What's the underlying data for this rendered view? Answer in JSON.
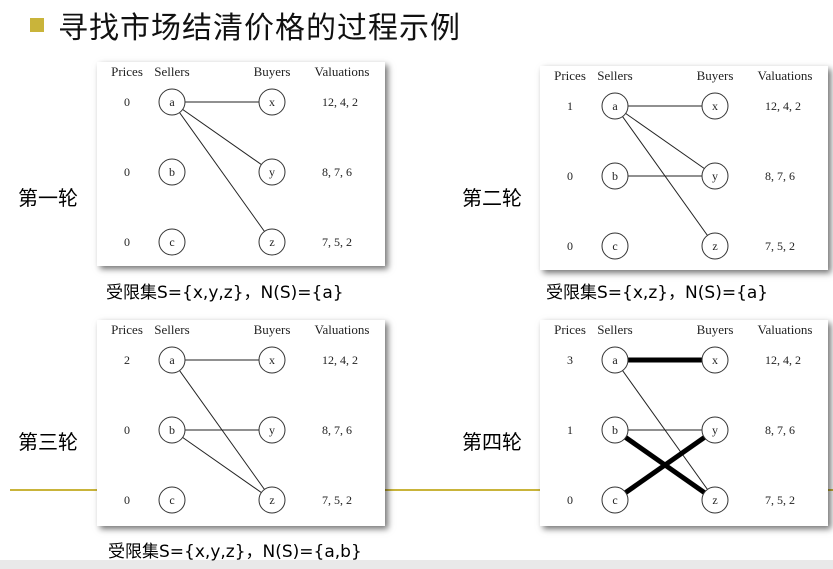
{
  "title": "寻找市场结清价格的过程示例",
  "headers": {
    "prices": "Prices",
    "sellers": "Sellers",
    "buyers": "Buyers",
    "valuations": "Valuations"
  },
  "sellers": [
    "a",
    "b",
    "c"
  ],
  "buyers": [
    "x",
    "y",
    "z"
  ],
  "valuations": [
    "12, 4, 2",
    "8, 7, 6",
    "7, 5, 2"
  ],
  "rounds": [
    {
      "label": "第一轮",
      "prices": [
        "0",
        "0",
        "0"
      ],
      "caption": "受限集S={x,y,z}，N(S)={a}",
      "edges": [
        [
          "a",
          "x"
        ],
        [
          "a",
          "y"
        ],
        [
          "a",
          "z"
        ]
      ],
      "matched": []
    },
    {
      "label": "第二轮",
      "prices": [
        "1",
        "0",
        "0"
      ],
      "caption": "受限集S={x,z}，N(S)={a}",
      "edges": [
        [
          "a",
          "x"
        ],
        [
          "a",
          "y"
        ],
        [
          "a",
          "z"
        ],
        [
          "b",
          "y"
        ]
      ],
      "matched": []
    },
    {
      "label": "第三轮",
      "prices": [
        "2",
        "0",
        "0"
      ],
      "caption": "受限集S={x,y,z}，N(S)={a,b}",
      "edges": [
        [
          "a",
          "x"
        ],
        [
          "a",
          "z"
        ],
        [
          "b",
          "y"
        ],
        [
          "b",
          "z"
        ]
      ],
      "matched": []
    },
    {
      "label": "第四轮",
      "prices": [
        "3",
        "1",
        "0"
      ],
      "caption": "",
      "edges": [
        [
          "a",
          "z"
        ],
        [
          "b",
          "y"
        ]
      ],
      "matched": [
        [
          "a",
          "x"
        ],
        [
          "b",
          "z"
        ],
        [
          "c",
          "y"
        ]
      ]
    }
  ]
}
